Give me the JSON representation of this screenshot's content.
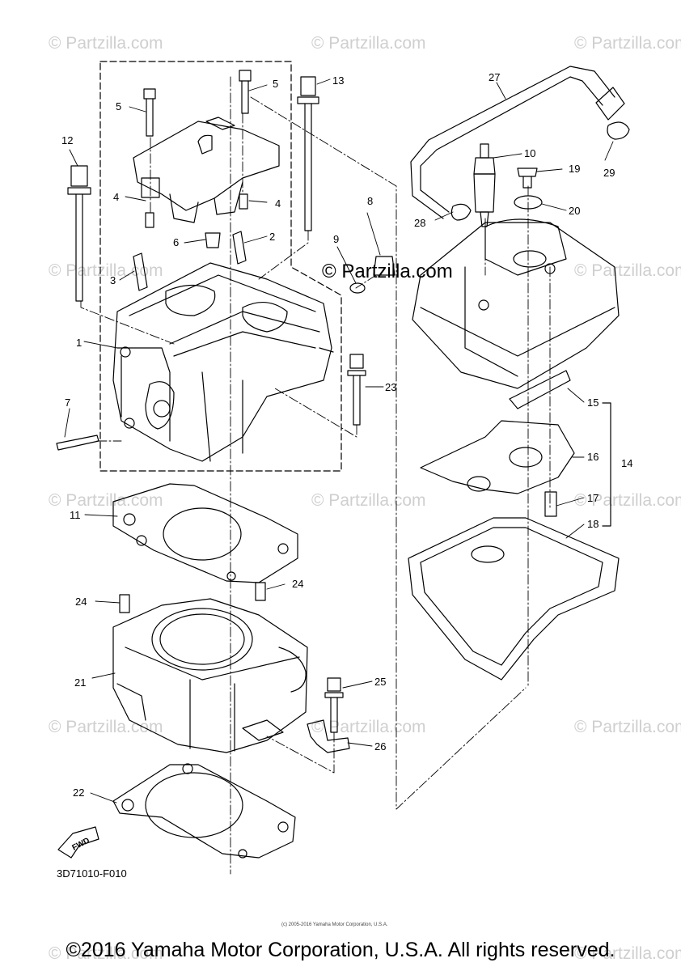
{
  "watermarks": {
    "text": "© Partzilla.com",
    "center": "© Partzilla.com",
    "small_copyright": "(c) 2005-2016 Yamaha Motor Corporation, U.S.A."
  },
  "diagram": {
    "code": "3D71010-F010",
    "fwd_label": "FWD",
    "callouts": [
      "1",
      "2",
      "3",
      "4",
      "4",
      "5",
      "5",
      "6",
      "7",
      "8",
      "9",
      "10",
      "11",
      "12",
      "13",
      "14",
      "15",
      "16",
      "17",
      "18",
      "19",
      "20",
      "21",
      "22",
      "23",
      "24",
      "24",
      "25",
      "26",
      "27",
      "28",
      "29"
    ]
  },
  "footer": {
    "copyright": "©2016 Yamaha Motor Corporation, U.S.A. All rights reserved."
  },
  "colors": {
    "line": "#000000",
    "watermark": "#cfcfcf"
  }
}
